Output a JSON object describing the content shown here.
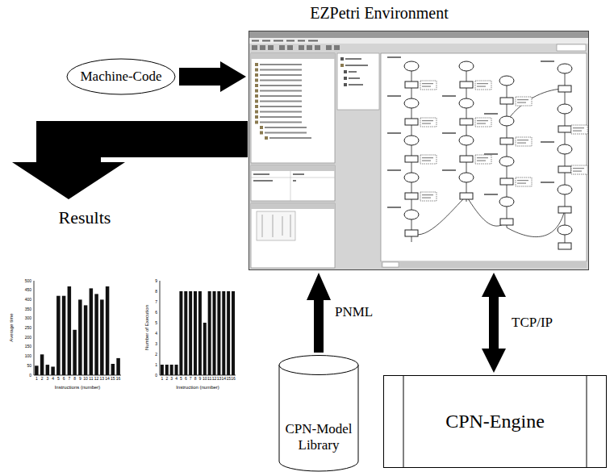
{
  "diagram": {
    "nodes": [
      {
        "text": [
          "Machine-Code"
        ]
      },
      {
        "text": [
          "EZPetri Environment"
        ]
      },
      {
        "text": [
          "Results"
        ]
      },
      {
        "text": [
          "CPN-Model Library"
        ]
      },
      {
        "text": [
          "CPN-Engine"
        ]
      }
    ],
    "edges": [
      {
        "from": 0,
        "to": 1,
        "arrow": "to"
      },
      {
        "from": 1,
        "to": 2,
        "arrow": "to"
      },
      {
        "from": 3,
        "to": 1,
        "label": "PNML",
        "arrow": "to"
      },
      {
        "from": 4,
        "to": 1,
        "label": "TCP/IP",
        "arrow": "both"
      }
    ],
    "labels": [
      "0",
      "50",
      "100",
      "150",
      "200",
      "250",
      "300",
      "350",
      "400",
      "450",
      "500",
      "1",
      "2",
      "3",
      "4",
      "5",
      "6",
      "7",
      "8",
      "9",
      "10",
      "11",
      "12",
      "13",
      "14",
      "15",
      "16",
      "Average time",
      "Instructions (number)",
      "0",
      "1",
      "2",
      "3",
      "4",
      "5",
      "6",
      "7",
      "8",
      "9",
      "1",
      "2",
      "3",
      "4",
      "5",
      "6",
      "7",
      "8",
      "9",
      "10",
      "11",
      "12",
      "13",
      "14",
      "15",
      "16",
      "Number of Execution",
      "Instruction (number)"
    ]
  }
}
